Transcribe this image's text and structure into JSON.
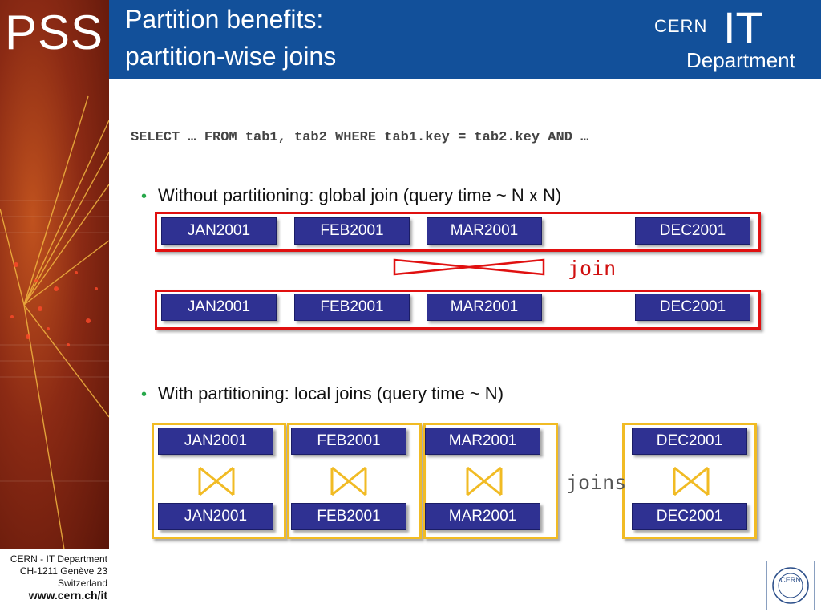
{
  "header": {
    "title_line1": "Partition benefits:",
    "title_line2": "partition-wise joins",
    "logo_left": "PSS",
    "logo_cern": "CERN",
    "logo_it": "IT",
    "logo_department": "Department"
  },
  "sql": "SELECT … FROM tab1, tab2 WHERE tab1.key = tab2.key AND …",
  "bullets": [
    "Without partitioning: global join (query time ~ N x N)",
    "With partitioning: local joins (query time ~ N)"
  ],
  "global": {
    "row1": [
      "JAN2001",
      "FEB2001",
      "MAR2001",
      "DEC2001"
    ],
    "row2": [
      "JAN2001",
      "FEB2001",
      "MAR2001",
      "DEC2001"
    ],
    "join_label": "join"
  },
  "local": {
    "top": [
      "JAN2001",
      "FEB2001",
      "MAR2001",
      "DEC2001"
    ],
    "bottom": [
      "JAN2001",
      "FEB2001",
      "MAR2001",
      "DEC2001"
    ],
    "joins_label": "joins"
  },
  "footer": {
    "line1": "CERN - IT Department",
    "line2": "CH-1211 Genève 23",
    "line3": "Switzerland",
    "url": "www.cern.ch/it",
    "seal_text": "CERN"
  },
  "colors": {
    "header_blue": "#12509a",
    "partition_blue": "#2f3192",
    "global_frame_red": "#e01010",
    "local_frame_gold": "#f1bb24",
    "bullet_green": "#27a84a"
  },
  "icons": [
    "bowtie-join-icon",
    "cross-join-icon",
    "cern-seal-icon"
  ]
}
